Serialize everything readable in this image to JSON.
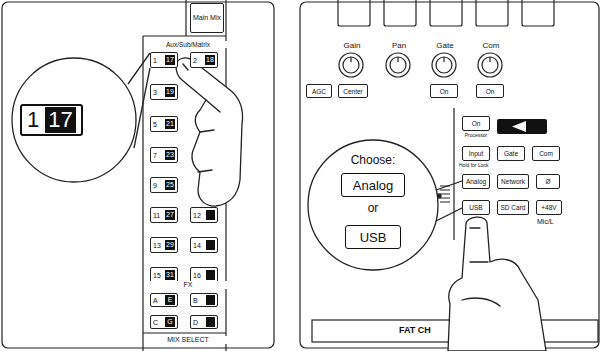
{
  "diagram": {
    "nodes": [
      {
        "text": [
          "Main Mix"
        ]
      },
      {
        "text": [
          "1",
          "17"
        ]
      },
      {
        "text": [
          "2",
          "18"
        ]
      },
      {
        "text": [
          "3",
          "19"
        ]
      },
      {
        "text": [
          "5",
          "21"
        ]
      },
      {
        "text": [
          "7",
          "23"
        ]
      },
      {
        "text": [
          "9",
          "25"
        ]
      },
      {
        "text": [
          "11",
          "27"
        ]
      },
      {
        "text": [
          "12"
        ]
      },
      {
        "text": [
          "13",
          "29"
        ]
      },
      {
        "text": [
          "14"
        ]
      },
      {
        "text": [
          "15",
          "31"
        ]
      },
      {
        "text": [
          "16"
        ]
      },
      {
        "text": [
          "A",
          "E"
        ]
      },
      {
        "text": [
          "B"
        ]
      },
      {
        "text": [
          "C",
          "G"
        ]
      },
      {
        "text": [
          "D"
        ]
      },
      {
        "text": [
          "1",
          "17"
        ]
      },
      {
        "text": [
          "AGC"
        ]
      },
      {
        "text": [
          "Center"
        ]
      },
      {
        "text": [
          "On"
        ]
      },
      {
        "text": [
          "On"
        ]
      },
      {
        "text": [
          "On",
          "Processor"
        ]
      },
      {
        "text": [
          "Input"
        ]
      },
      {
        "text": [
          "Gate"
        ]
      },
      {
        "text": [
          "Com"
        ]
      },
      {
        "text": [
          "Analog"
        ]
      },
      {
        "text": [
          "Network"
        ]
      },
      {
        "text": [
          "Ø"
        ]
      },
      {
        "text": [
          "USB"
        ]
      },
      {
        "text": [
          "SD Card"
        ]
      },
      {
        "text": [
          "+48V"
        ]
      },
      {
        "text": [
          "Choose:",
          "or"
        ]
      },
      {
        "text": [
          "Analog"
        ],
        "in": 32
      },
      {
        "text": [
          "USB"
        ],
        "in": 32
      }
    ],
    "labels": [
      "Aux/Sub/Matrix",
      "FX",
      "MIX SELECT",
      "Gain",
      "Pan",
      "Gate",
      "Com",
      "Hold for Lock",
      "Mic/L",
      "FAT CH"
    ]
  }
}
